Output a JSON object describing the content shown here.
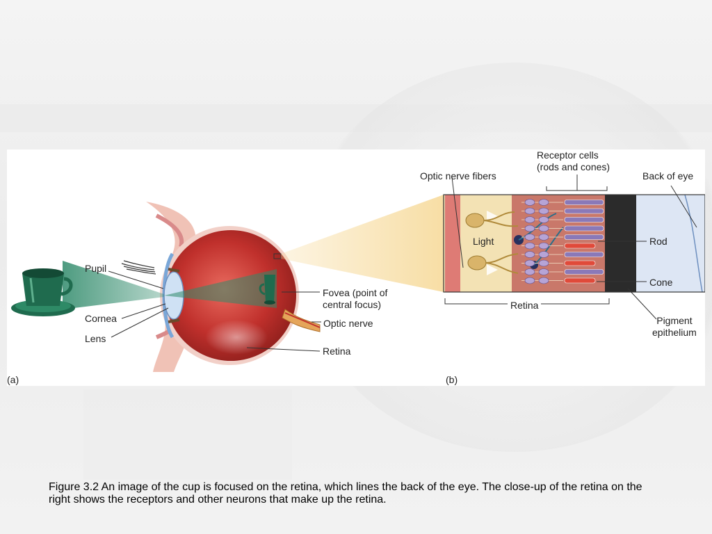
{
  "panel_a": {
    "tag": "(a)",
    "labels": {
      "pupil": "Pupil",
      "cornea": "Cornea",
      "lens": "Lens",
      "fovea": "Fovea (point of\ncentral focus)",
      "optic_nerve": "Optic nerve",
      "retina": "Retina"
    }
  },
  "panel_b": {
    "tag": "(b)",
    "labels": {
      "receptor_cells": "Receptor cells\n(rods and cones)",
      "optic_nerve_fibers": "Optic nerve fibers",
      "back_of_eye": "Back of eye",
      "light": "Light",
      "rod": "Rod",
      "cone": "Cone",
      "retina": "Retina",
      "pigment_epithelium": "Pigment\nepithelium"
    }
  },
  "colors": {
    "eyeball": "#c0302c",
    "light_beam": "#2f8a6a",
    "cup": "#1f6b4e",
    "retina_tissue": "#c9786a",
    "pigment": "#2b2b2b",
    "back_of_eye": "#dde6f4",
    "rod": "#8a79b8",
    "cone": "#e04a3a",
    "neuron": "#d9b46a",
    "beam_zoom": "#f7dca0"
  },
  "caption": "Figure 3.2 An image of the cup is focused on the retina, which lines the back of the eye.  The close-up of the retina on the right shows the receptors and other neurons that make up the retina."
}
